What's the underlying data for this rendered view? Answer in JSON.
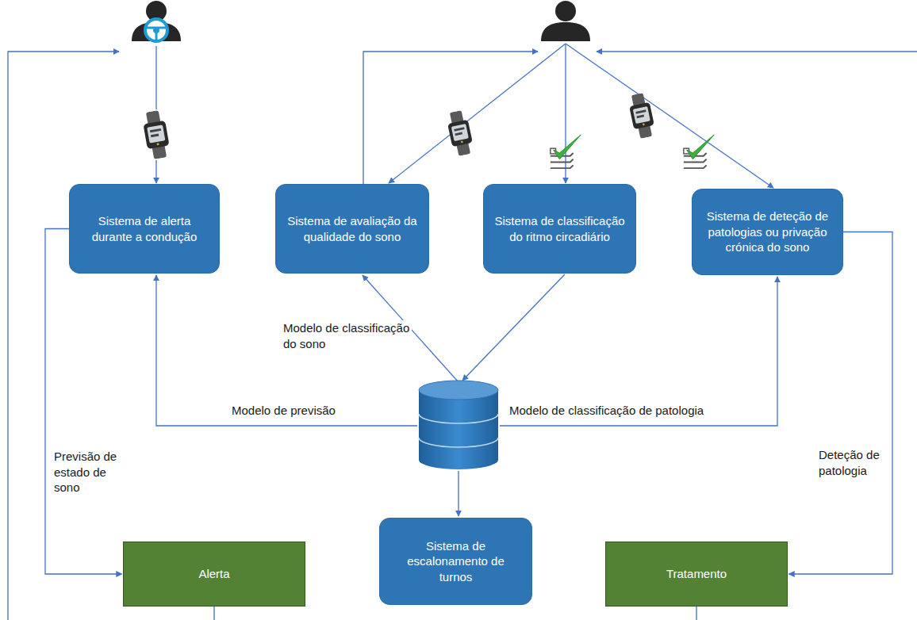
{
  "diagram": {
    "nodes": [
      {
        "text": [
          "Sistema de alerta durante a condução"
        ]
      },
      {
        "text": [
          "Sistema de avaliação da qualidade do sono"
        ]
      },
      {
        "text": [
          "Sistema de classificação do ritmo circadiário"
        ]
      },
      {
        "text": [
          "Sistema de deteção de patologias ou privação crónica do sono"
        ]
      },
      {
        "text": [
          "Sistema de escalonamento de turnos"
        ]
      },
      {
        "text": [
          "Alerta"
        ]
      },
      {
        "text": [
          "Tratamento"
        ]
      }
    ],
    "edges": [
      {
        "from": 0,
        "to": 5,
        "arrow": "to",
        "label": "Previsão de estado de sono"
      },
      {
        "from": 3,
        "to": 6,
        "arrow": "to",
        "label": "Deteção de patologia"
      }
    ],
    "labels": [
      "Modelo de classificação do sono",
      "Modelo de previsão",
      "Modelo de classificação de patologia"
    ]
  }
}
